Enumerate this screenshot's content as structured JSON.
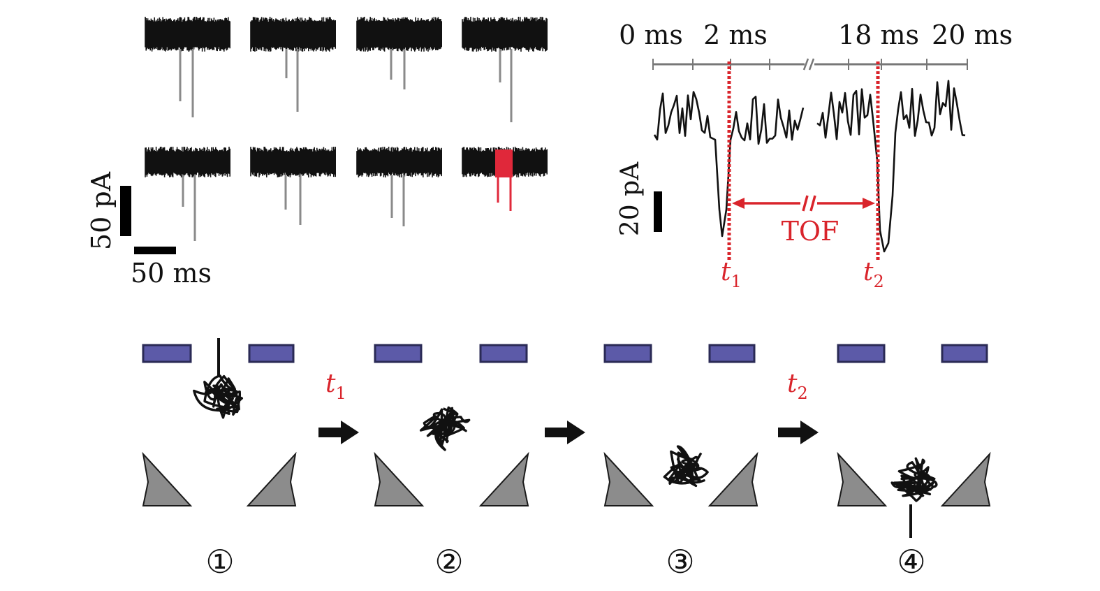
{
  "colors": {
    "trace": "#111111",
    "spike": "#8a8a8a",
    "highlight": "#e0283a",
    "marker": "#d9242b",
    "pore_block": "#5c5aa8",
    "pore_outline": "#2a2a55",
    "wedge": "#8c8c8c",
    "wedge_outline": "#1a1a1a",
    "arrow": "#111111"
  },
  "panel_a": {
    "scale_y_label": "50 pA",
    "scale_x_label": "50 ms"
  },
  "panel_b": {
    "time_ticks": [
      "0 ms",
      "2 ms",
      "18 ms",
      "20 ms"
    ],
    "scale_y_label": "20 pA",
    "tof_label": "TOF",
    "t1": {
      "base": "t",
      "sub": "1"
    },
    "t2": {
      "base": "t",
      "sub": "2"
    }
  },
  "panel_c": {
    "stage_labels": [
      "①",
      "②",
      "③",
      "④"
    ],
    "arrow_labels": [
      {
        "base": "t",
        "sub": "1"
      },
      {
        "base": "",
        "sub": ""
      },
      {
        "base": "t",
        "sub": "2"
      }
    ]
  }
}
